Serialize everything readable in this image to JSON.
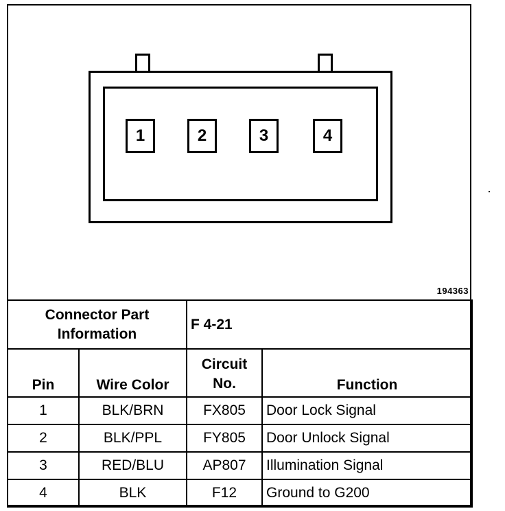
{
  "figure_id": "194363",
  "connector": {
    "pins": [
      "1",
      "2",
      "3",
      "4"
    ]
  },
  "part_info": {
    "label": "Connector Part Information",
    "value": "F 4-21"
  },
  "table": {
    "headers": {
      "pin": "Pin",
      "wire_color": "Wire Color",
      "circuit_line1": "Circuit",
      "circuit_line2": "No.",
      "function": "Function"
    },
    "rows": [
      {
        "pin": "1",
        "wire_color": "BLK/BRN",
        "circuit": "FX805",
        "function": "Door Lock Signal"
      },
      {
        "pin": "2",
        "wire_color": "BLK/PPL",
        "circuit": "FY805",
        "function": "Door Unlock Signal"
      },
      {
        "pin": "3",
        "wire_color": "RED/BLU",
        "circuit": "AP807",
        "function": "Illumination Signal"
      },
      {
        "pin": "4",
        "wire_color": "BLK",
        "circuit": "F12",
        "function": "Ground to G200"
      }
    ]
  }
}
